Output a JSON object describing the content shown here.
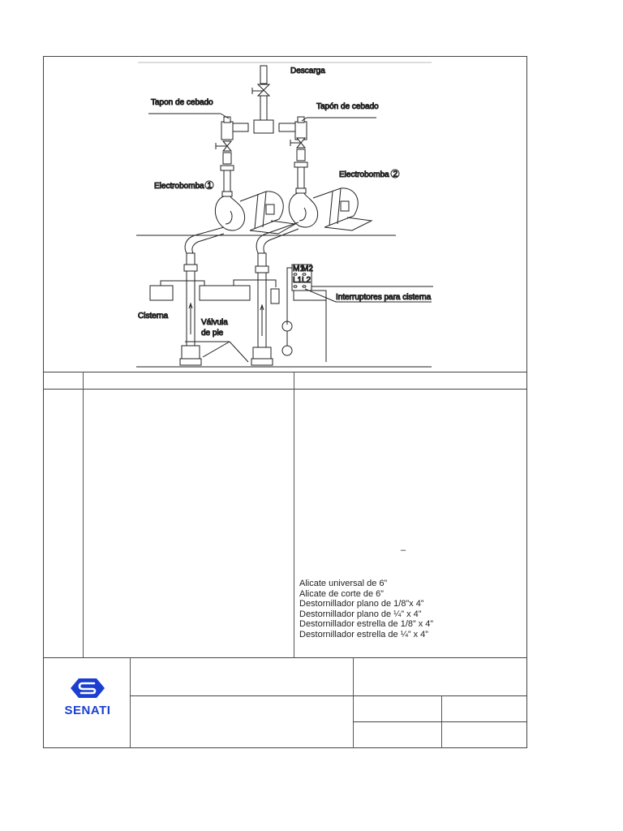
{
  "document": {
    "diagram": {
      "labels": {
        "discharge": "Descarga",
        "priming_plug_left": "Tapon de cebado",
        "priming_plug_right": "Tapón de cebado",
        "pump_1": "Electrobomba",
        "pump_1_number": "1",
        "pump_2": "Electrobomba",
        "pump_2_number": "2",
        "cistern": "Cisterna",
        "foot_valve_line1": "Válvula",
        "foot_valve_line2": "de pie",
        "switches": "Interruptores para cisterna",
        "switch_m1": "M1",
        "switch_m2": "M2",
        "switch_l1": "L1",
        "switch_l2": "L2"
      }
    },
    "table": {
      "header": [
        "",
        "",
        ""
      ],
      "body": {
        "col1": "",
        "col2": "",
        "col3_dash": "–",
        "tools": [
          "Alicate universal de 6”",
          "Alicate de corte de 6”",
          "Destornillador plano de 1/8”x 4”",
          "Destornillador plano de ¼” x 4”",
          "Destornillador estrella de 1/8” x 4”",
          "Destornillador estrella de ¼” x 4”"
        ]
      }
    },
    "footer": {
      "logo_text": "SENATI",
      "logo_color": "#1a3fd1",
      "title_cell": "",
      "subtitle_cell": "",
      "right_top_cell": "",
      "grid_cells": [
        "",
        "",
        "",
        ""
      ]
    }
  }
}
